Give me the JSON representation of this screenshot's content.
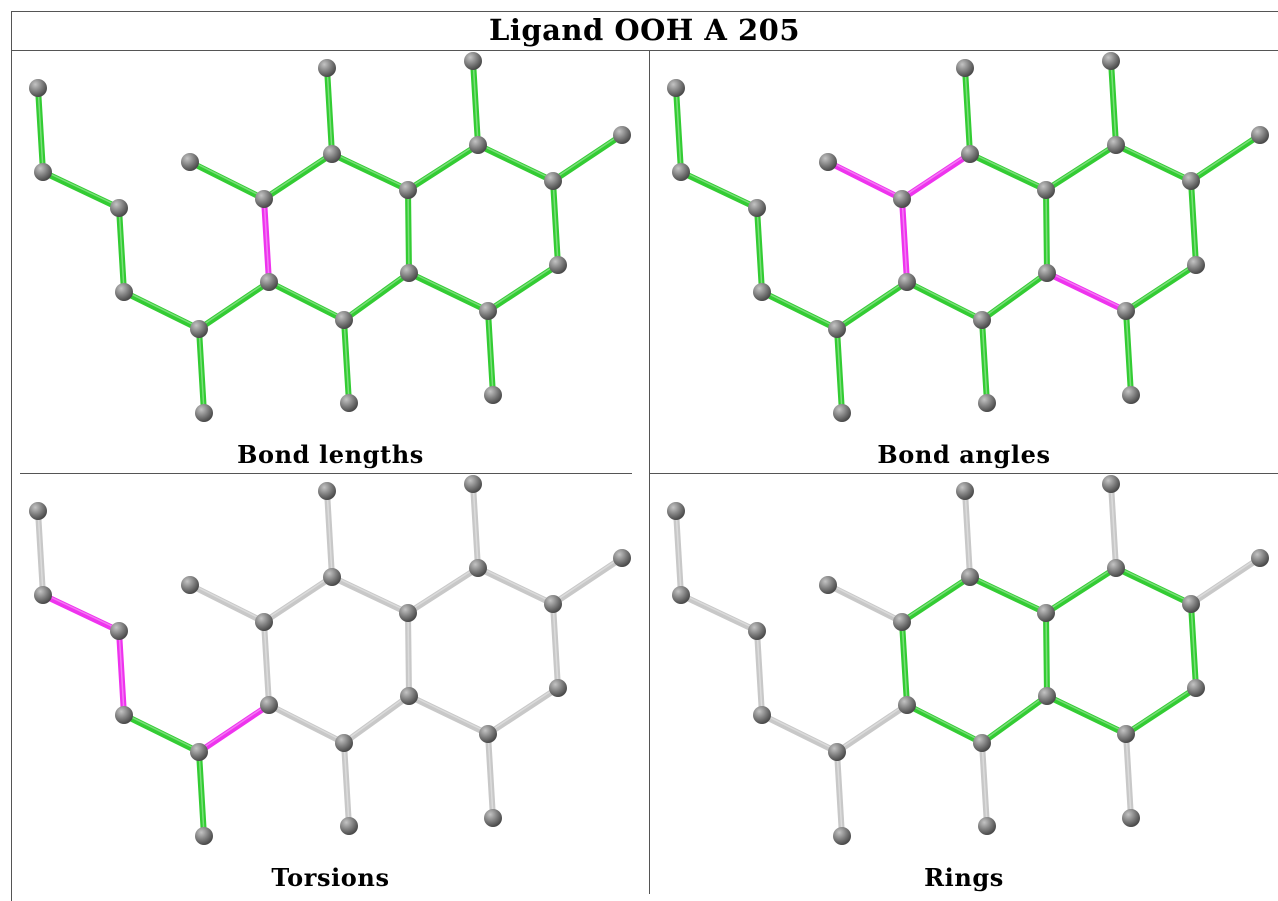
{
  "title": "Ligand OOH A 205",
  "colors": {
    "atom": "#7a7a7a",
    "ok": "#33cc33",
    "outlier": "#ee33ee",
    "neutral": "#c8c8c8"
  },
  "panels": [
    {
      "id": "bond-lengths",
      "caption": "Bond lengths",
      "bond_colors": [
        "ok",
        "ok",
        "ok",
        "ok",
        "ok",
        "ok",
        "outlier",
        "ok",
        "ok",
        "ok",
        "ok",
        "ok",
        "ok",
        "ok",
        "ok",
        "ok",
        "ok",
        "ok",
        "ok",
        "ok",
        "ok"
      ]
    },
    {
      "id": "bond-angles",
      "caption": "Bond angles",
      "bond_colors": [
        "ok",
        "ok",
        "ok",
        "ok",
        "ok",
        "ok",
        "outlier",
        "outlier",
        "ok",
        "ok",
        "ok",
        "ok",
        "ok",
        "ok",
        "ok",
        "ok",
        "outlier",
        "outlier",
        "ok",
        "ok",
        "ok"
      ]
    },
    {
      "id": "torsions",
      "caption": "Torsions",
      "bond_colors": [
        "neutral",
        "outlier",
        "outlier",
        "ok",
        "ok",
        "outlier",
        "neutral",
        "neutral",
        "neutral",
        "neutral",
        "neutral",
        "neutral",
        "neutral",
        "neutral",
        "neutral",
        "neutral",
        "neutral",
        "neutral",
        "neutral",
        "neutral",
        "neutral"
      ]
    },
    {
      "id": "rings",
      "caption": "Rings",
      "bond_colors": [
        "neutral",
        "neutral",
        "neutral",
        "neutral",
        "neutral",
        "neutral",
        "ok",
        "ok",
        "ok",
        "ok",
        "ok",
        "ok",
        "ok",
        "ok",
        "ok",
        "ok",
        "ok",
        "neutral",
        "neutral",
        "neutral",
        "neutral"
      ]
    }
  ]
}
